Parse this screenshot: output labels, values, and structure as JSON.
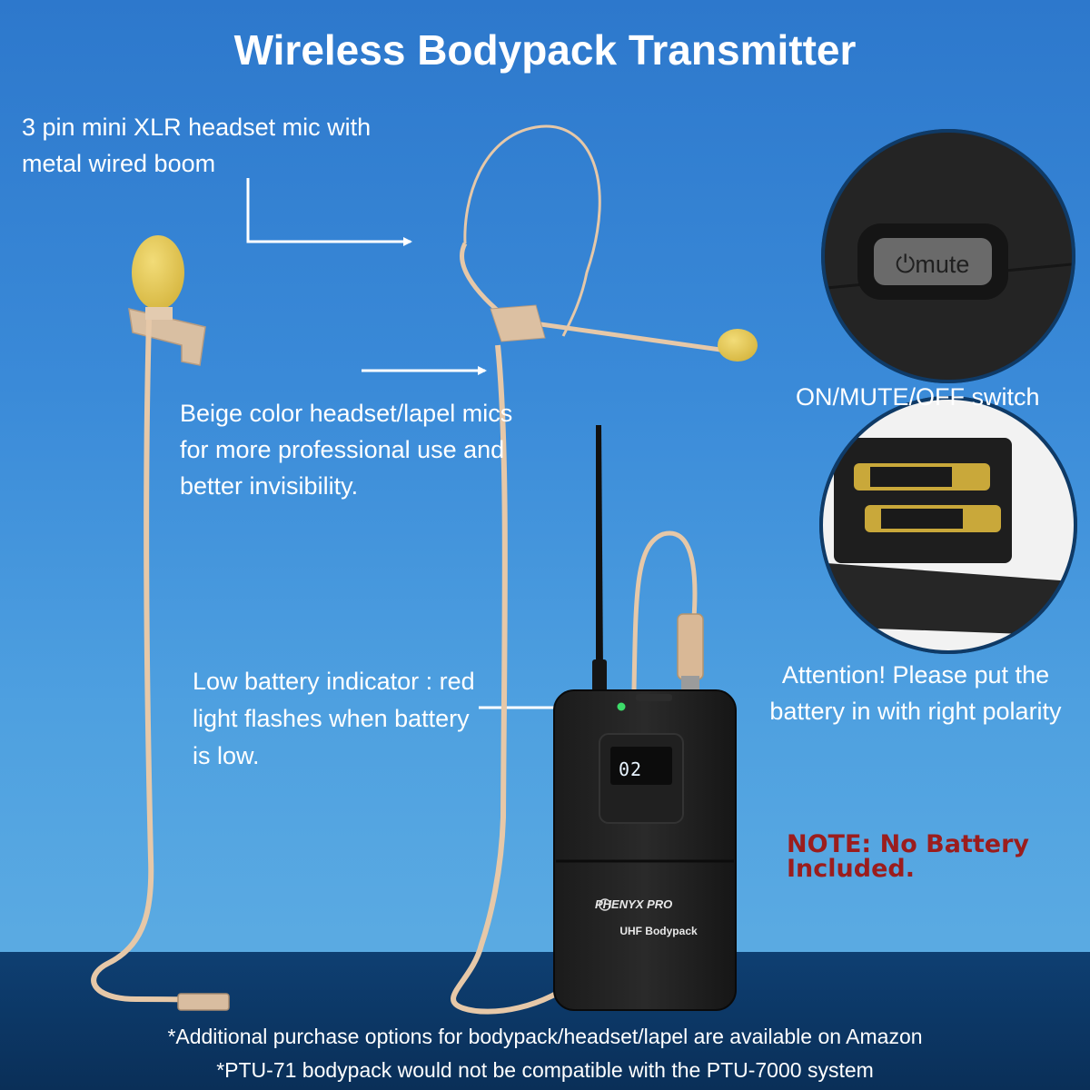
{
  "title": "Wireless Bodypack Transmitter",
  "callouts": {
    "headset": "3 pin mini XLR headset mic with metal wired boom",
    "beige": "Beige color headset/lapel mics for more professional use and better invisibility.",
    "battery_indicator": "Low battery indicator : red light flashes when battery is low.",
    "switch": "ON/MUTE/OFF switch",
    "attention": "Attention! Please put the battery in with right polarity",
    "note": "NOTE: No Battery Included."
  },
  "device": {
    "brand": "PHENYX PRO",
    "model": "UHF Bodypack",
    "display": "02",
    "switch_label": "mute"
  },
  "footnotes": [
    "*Additional purchase options for bodypack/headset/lapel are available on Amazon",
    "*PTU-71 bodypack would not be compatible with the PTU-7000 system"
  ],
  "colors": {
    "background_top": "#2d78cc",
    "background_bottom": "#5aaae2",
    "footer_band": "#0a2f58",
    "mic_beige": "#e6c8a8",
    "windscreen_yellow": "#e8c63a",
    "note_red": "#9b1d1d",
    "led_green": "#3ddc6a"
  }
}
